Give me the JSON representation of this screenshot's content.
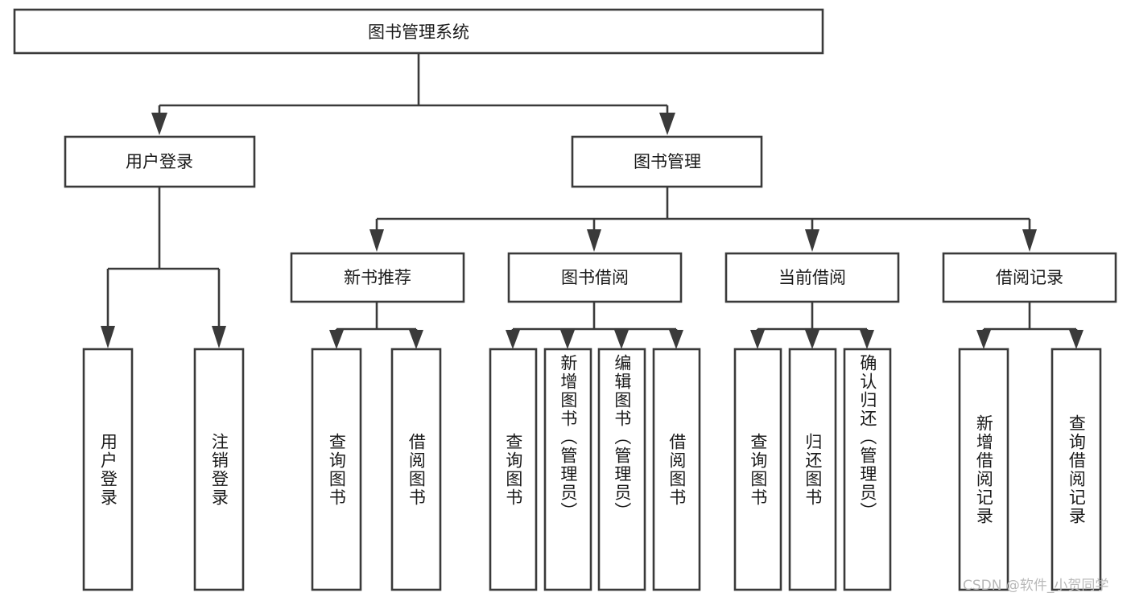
{
  "diagram": {
    "title": "图书管理系统",
    "type": "hierarchy-tree",
    "orientation": "top-down",
    "root": {
      "id": "root",
      "label": "图书管理系统",
      "label_orientation": "horizontal"
    },
    "level1": [
      {
        "id": "user-login",
        "label": "用户登录",
        "label_orientation": "horizontal"
      },
      {
        "id": "book-manage",
        "label": "图书管理",
        "label_orientation": "horizontal"
      }
    ],
    "level2": [
      {
        "id": "new-book-recommend",
        "label": "新书推荐",
        "parent": "book-manage",
        "label_orientation": "horizontal"
      },
      {
        "id": "book-borrow",
        "label": "图书借阅",
        "parent": "book-manage",
        "label_orientation": "horizontal"
      },
      {
        "id": "current-borrow",
        "label": "当前借阅",
        "parent": "book-manage",
        "label_orientation": "horizontal"
      },
      {
        "id": "borrow-record",
        "label": "借阅记录",
        "parent": "book-manage",
        "label_orientation": "horizontal"
      }
    ],
    "leaves": [
      {
        "id": "leaf-user-login",
        "label": "用户登录",
        "parent": "user-login"
      },
      {
        "id": "leaf-user-logout",
        "label": "注销登录",
        "parent": "user-login"
      },
      {
        "id": "leaf-query-book-1",
        "label": "查询图书",
        "parent": "new-book-recommend"
      },
      {
        "id": "leaf-borrow-book-1",
        "label": "借阅图书",
        "parent": "new-book-recommend"
      },
      {
        "id": "leaf-query-book-2",
        "label": "查询图书",
        "parent": "book-borrow"
      },
      {
        "id": "leaf-add-book",
        "label": "新增图书（管理员）",
        "parent": "book-borrow"
      },
      {
        "id": "leaf-edit-book",
        "label": "编辑图书（管理员）",
        "parent": "book-borrow"
      },
      {
        "id": "leaf-borrow-book-2",
        "label": "借阅图书",
        "parent": "book-borrow"
      },
      {
        "id": "leaf-query-book-3",
        "label": "查询图书",
        "parent": "current-borrow"
      },
      {
        "id": "leaf-return-book",
        "label": "归还图书",
        "parent": "current-borrow"
      },
      {
        "id": "leaf-confirm-return",
        "label": "确认归还（管理员）",
        "parent": "current-borrow"
      },
      {
        "id": "leaf-add-record",
        "label": "新增借阅记录",
        "parent": "borrow-record"
      },
      {
        "id": "leaf-query-record",
        "label": "查询借阅记录",
        "parent": "borrow-record"
      }
    ],
    "colors": {
      "box_fill": "#ffffff",
      "box_stroke": "#3a3a3a",
      "text": "#1a1a1a",
      "background": "#ffffff",
      "watermark": "#b9b9b9"
    }
  },
  "watermark": {
    "text": "CSDN @软件_小贺同学"
  }
}
